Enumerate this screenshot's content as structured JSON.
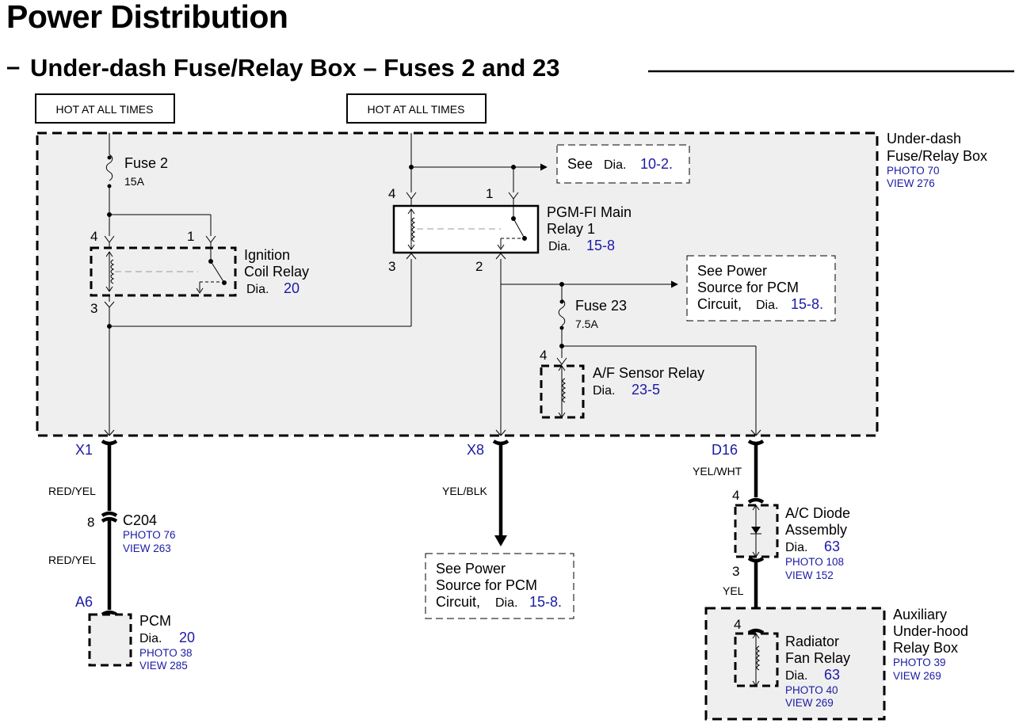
{
  "header": {
    "title": "Power Distribution",
    "subtitle_dash": "–",
    "subtitle": "Under-dash Fuse/Relay Box – Fuses 2 and 23"
  },
  "sources": {
    "left": "HOT AT ALL TIMES",
    "right": "HOT AT ALL TIMES"
  },
  "fuse_box": {
    "line1": "Under-dash",
    "line2": "Fuse/Relay Box",
    "photo": "PHOTO 70",
    "view": "VIEW 276"
  },
  "fuse2": {
    "name": "Fuse 2",
    "rating": "15A"
  },
  "fuse23": {
    "name": "Fuse 23",
    "rating": "7.5A"
  },
  "see_10_2": {
    "see": "See",
    "dia": "Dia.",
    "ref": "10-2."
  },
  "ignition_relay": {
    "line1": "Ignition",
    "line2": "Coil Relay",
    "dia": "Dia.",
    "ref": "20",
    "pin4": "4",
    "pin1": "1",
    "pin3": "3"
  },
  "pgmfi_relay": {
    "line1": "PGM-FI Main",
    "line2": "Relay 1",
    "dia": "Dia.",
    "ref": "15-8",
    "pin4": "4",
    "pin1": "1",
    "pin3": "3",
    "pin2": "2"
  },
  "see_power_upper": {
    "line1": "See Power",
    "line2": "Source for PCM",
    "line3": "Circuit,",
    "dia": "Dia.",
    "ref": "15-8."
  },
  "af_relay": {
    "name": "A/F Sensor Relay",
    "dia": "Dia.",
    "ref": "23-5",
    "pin4": "4"
  },
  "connectors": {
    "x1": "X1",
    "x8": "X8",
    "d16": "D16",
    "a6": "A6"
  },
  "wires": {
    "red_yel_upper": "RED/YEL",
    "red_yel_lower": "RED/YEL",
    "yel_blk": "YEL/BLK",
    "yel_wht": "YEL/WHT",
    "yel": "YEL"
  },
  "c204": {
    "pin": "8",
    "name": "C204",
    "photo": "PHOTO 76",
    "view": "VIEW 263"
  },
  "pcm": {
    "name": "PCM",
    "dia": "Dia.",
    "ref": "20",
    "photo": "PHOTO 38",
    "view": "VIEW 285"
  },
  "see_power_lower": {
    "line1": "See Power",
    "line2": "Source for PCM",
    "line3": "Circuit,",
    "dia": "Dia.",
    "ref": "15-8."
  },
  "ac_diode": {
    "pin_top": "4",
    "line1": "A/C Diode",
    "line2": "Assembly",
    "dia": "Dia.",
    "ref": "63",
    "photo": "PHOTO 108",
    "view": "VIEW 152",
    "pin_bottom": "3"
  },
  "aux_box": {
    "line1": "Auxiliary",
    "line2": "Under-hood",
    "line3": "Relay Box",
    "photo": "PHOTO 39",
    "view": "VIEW 269"
  },
  "radiator_relay": {
    "pin": "4",
    "line1": "Radiator",
    "line2": "Fan Relay",
    "dia": "Dia.",
    "ref": "63",
    "photo": "PHOTO 40",
    "view": "VIEW 269"
  }
}
